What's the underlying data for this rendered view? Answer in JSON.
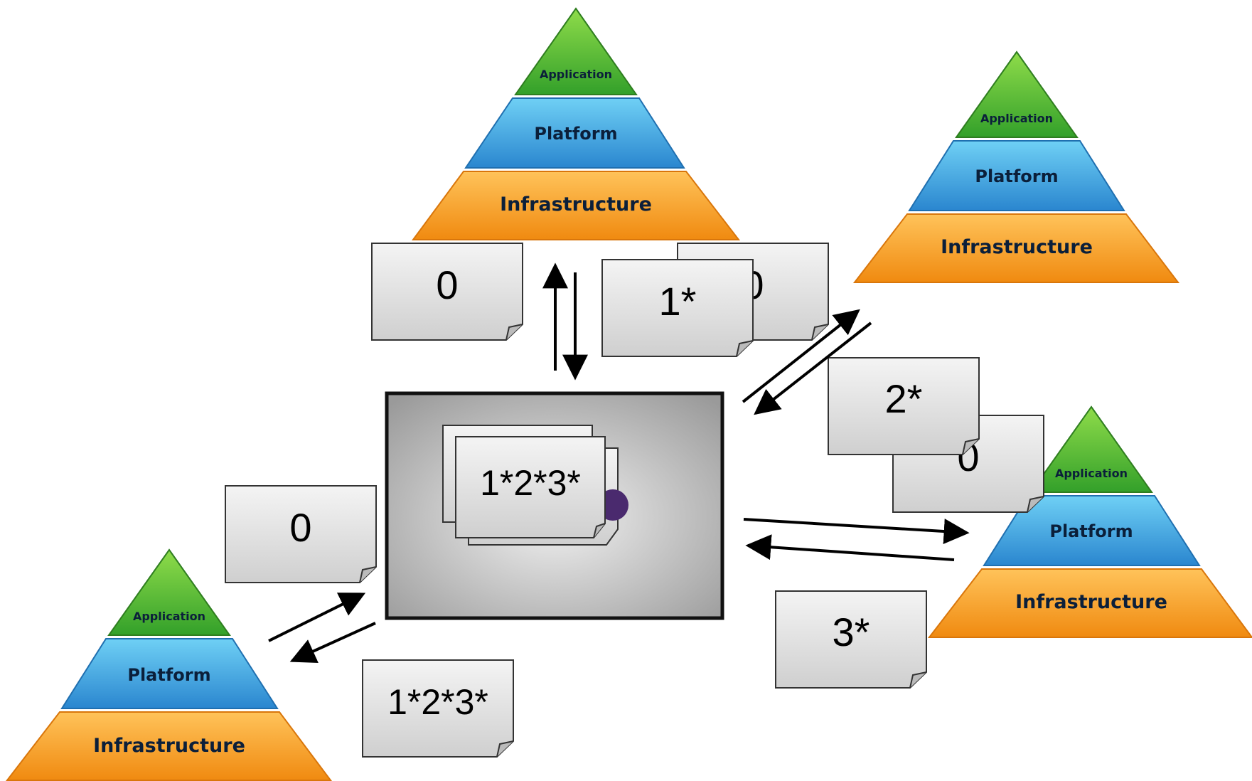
{
  "pyramids": [
    {
      "id": "top",
      "layers": {
        "top": "Application",
        "middle": "Platform",
        "bottom": "Infrastructure"
      }
    },
    {
      "id": "upper-right",
      "layers": {
        "top": "Application",
        "middle": "Platform",
        "bottom": "Infrastructure"
      }
    },
    {
      "id": "lower-right",
      "layers": {
        "top": "Application",
        "middle": "Platform",
        "bottom": "Infrastructure"
      }
    },
    {
      "id": "lower-left",
      "layers": {
        "top": "Application",
        "middle": "Platform",
        "bottom": "Infrastructure"
      }
    }
  ],
  "documents": {
    "top_left_zero": "0",
    "top_back_zero": "0",
    "top_one": "1*",
    "right_two": "2*",
    "right_back_zero": "0",
    "right_three": "3*",
    "left_zero": "0",
    "bottom_merged": "1*2*3*",
    "center_merged": "1*2*3*"
  },
  "colors": {
    "application": "#3aa52b",
    "platform": "#2c8fd6",
    "infrastructure": "#f39a1d",
    "document_fill": "#dcdcdc",
    "hub_fill": "#c8c8c8"
  }
}
